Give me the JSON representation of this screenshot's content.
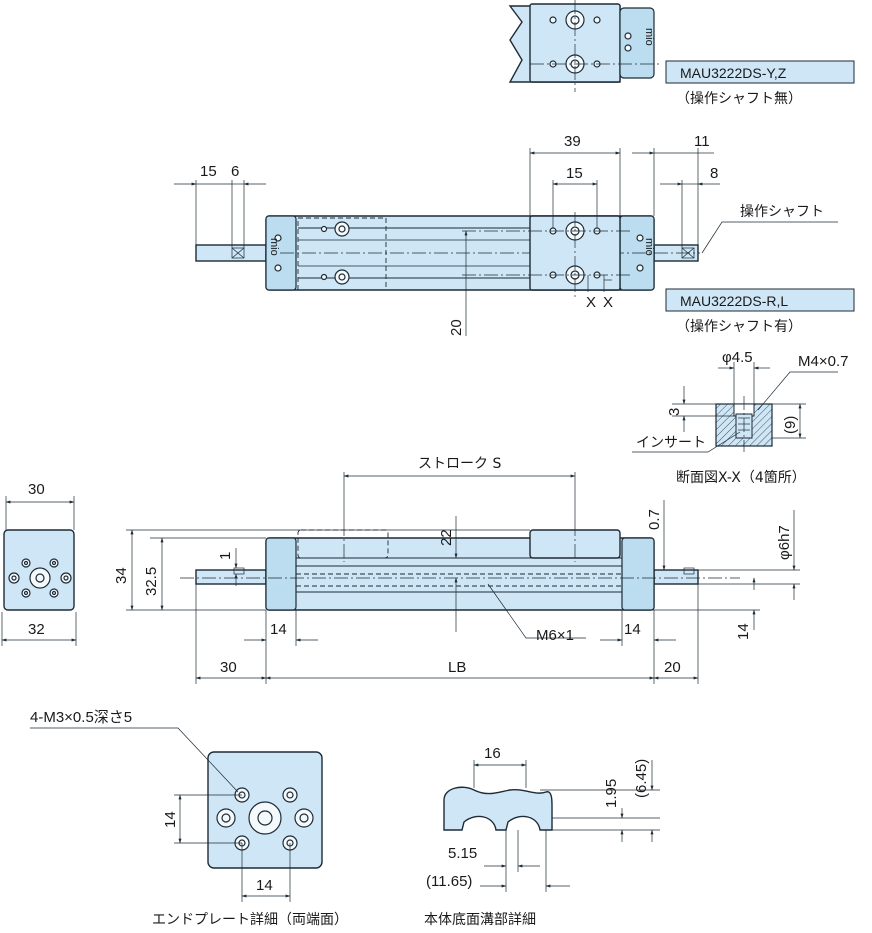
{
  "models": {
    "top": {
      "name": "MAU3222DS-Y,Z",
      "note": "（操作シャフト無）"
    },
    "mid": {
      "name": "MAU3222DS-R,L",
      "note": "（操作シャフト有）"
    }
  },
  "labels": {
    "shaft": "操作シャフト",
    "insert": "インサート",
    "section": "断面図X-X（4箇所）",
    "stroke": "ストローク S",
    "end_plate": "エンドプレート詳細（両端面）",
    "groove": "本体底面溝部詳細",
    "x1": "X",
    "x2": "X",
    "logo": "mio"
  },
  "dims": {
    "d39": "39",
    "d11": "11",
    "d15a": "15",
    "d6": "6",
    "d15b": "15",
    "d8": "8",
    "d20v": "20",
    "phi45": "φ4.5",
    "m4": "M4×0.7",
    "d3": "3",
    "d9": "(9)",
    "d30w": "30",
    "d34": "34",
    "d325": "32.5",
    "d1": "1",
    "d32": "32",
    "d22": "22",
    "d07": "0.7",
    "phi6h7": "φ6h7",
    "d14a": "14",
    "m6": "M6×1",
    "d14b": "14",
    "d14c": "14",
    "d30": "30",
    "lb": "LB",
    "d20": "20",
    "m3": "4-M3×0.5深さ5",
    "d14d": "14",
    "d14e": "14",
    "d16": "16",
    "d195": "1.95",
    "d645": "(6.45)",
    "d515": "5.15",
    "d1165": "(11.65)"
  }
}
